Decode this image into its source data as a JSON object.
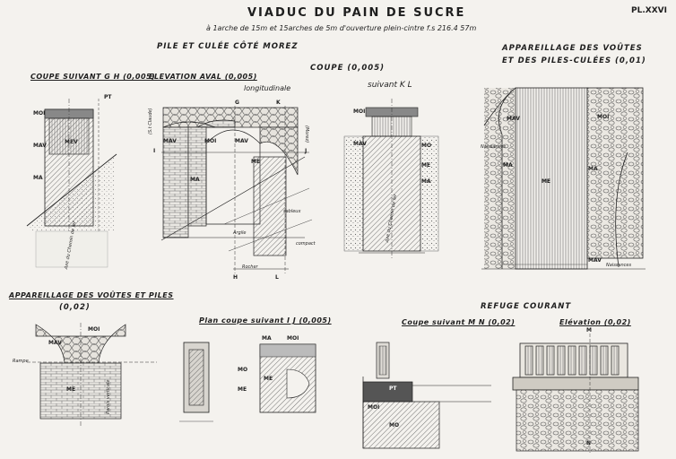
{
  "header": {
    "title": "VIADUC DU PAIN DE SUCRE",
    "subtitle": "à 1arche de 15m et 15arches de 5m d'ouverture plein-cintre f.s 216.4 57m",
    "plate": "PL.XXVI"
  },
  "sections": {
    "pile_culee": "PILE ET CULÉE CÔTÉ MOREZ",
    "coupe_gh": "COUPE SUIVANT G H (0,005)",
    "elevation_aval": "ELEVATION AVAL (0,005)",
    "coupe": "COUPE (0,005)",
    "longitudinale": "longitudinale",
    "suivant_kl": "suivant K L",
    "appareillage_top_1": "APPAREILLAGE DES VOÛTES",
    "appareillage_top_2": "ET DES PILES-CULÉES (0,01)",
    "appareillage_bottom_1": "APPAREILLAGE DES VOÛTES ET PILES",
    "appareillage_bottom_2": "(0,02)",
    "plan_coupe_ij": "Plan coupe suivant I J (0,005)",
    "refuge_courant": "REFUGE COURANT",
    "coupe_mn": "Coupe suivant M N (0,02)",
    "elevation_002": "Elévation (0,02)"
  },
  "labels": {
    "moi": "MOI",
    "mav": "MAV",
    "mev": "MEV",
    "ma": "MA",
    "me": "ME",
    "mo": "MO",
    "pt": "PT",
    "m": "M",
    "n": "N",
    "g": "G",
    "h": "H",
    "i": "I",
    "j": "J",
    "k": "K",
    "l": "L",
    "argile": "Argile",
    "sableux": "sableux",
    "compact": "compact",
    "rocher": "Rocher",
    "naissances": "Naissances",
    "rampe": "Rampe",
    "axe_chemin": "Axe du Chemin de fer",
    "st_claude": "(S.t Claude)",
    "morez": "(Morez)",
    "parois_verticale": "Parois verticale"
  }
}
